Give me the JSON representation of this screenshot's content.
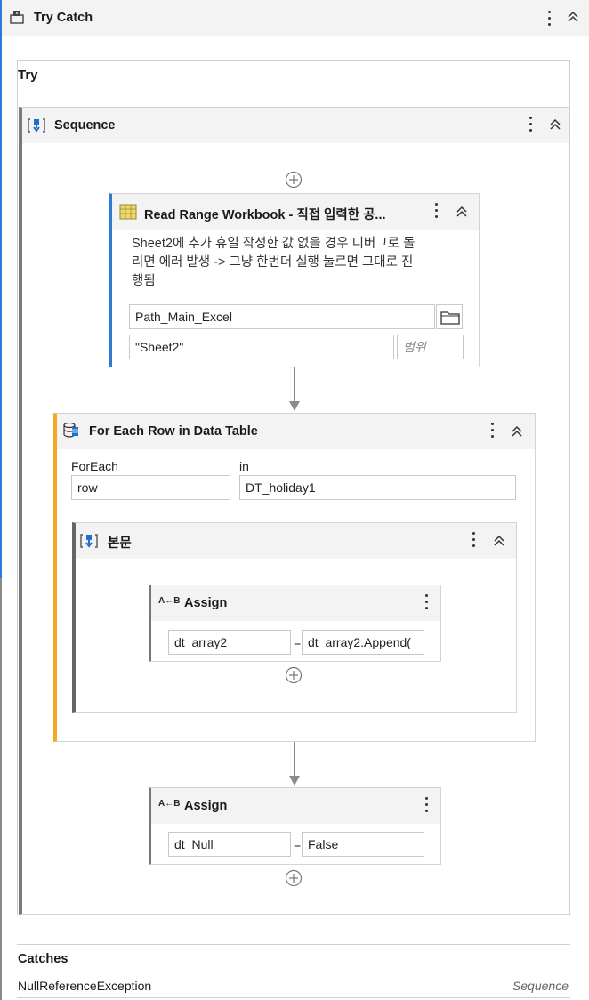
{
  "try_catch": {
    "title": "Try Catch"
  },
  "try_section": {
    "label": "Try"
  },
  "sequence": {
    "title": "Sequence"
  },
  "read_range": {
    "title": "Read Range Workbook - 직접 입력한 공...",
    "annotation_line1": "Sheet2에 추가 휴일 작성한 값 없을 경우 디버그로 돌",
    "annotation_line2": "리면 에러 발생 -> 그냥 한번더 실행 눌르면 그대로 진",
    "annotation_line3": "행됨",
    "workbook_path": "Path_Main_Excel",
    "sheet_name": "\"Sheet2\"",
    "range_placeholder": "범위"
  },
  "for_each": {
    "title": "For Each Row in Data Table",
    "foreach_label": "ForEach",
    "in_label": "in",
    "item_value": "row",
    "collection_value": "DT_holiday1",
    "body": {
      "title": "본문",
      "assign": {
        "title": "Assign",
        "to": "dt_array2",
        "equals": "=",
        "value": "dt_array2.Append("
      }
    }
  },
  "assign2": {
    "title": "Assign",
    "to": "dt_Null",
    "equals": "=",
    "value": "False"
  },
  "catches": {
    "label": "Catches",
    "exception": "NullReferenceException",
    "handler": "Sequence"
  },
  "colors": {
    "read_range_accent": "#2e7bd6",
    "for_each_accent": "#f5a623",
    "try_bar": "#2e7bd6",
    "sequence_bar": "#7a7a7a"
  },
  "icons": [
    "try-catch-icon",
    "sequence-icon",
    "read-range-icon",
    "folder-icon",
    "for-each-icon",
    "assign-icon",
    "add-activity-icon",
    "kebab-icon",
    "collapse-icon"
  ]
}
